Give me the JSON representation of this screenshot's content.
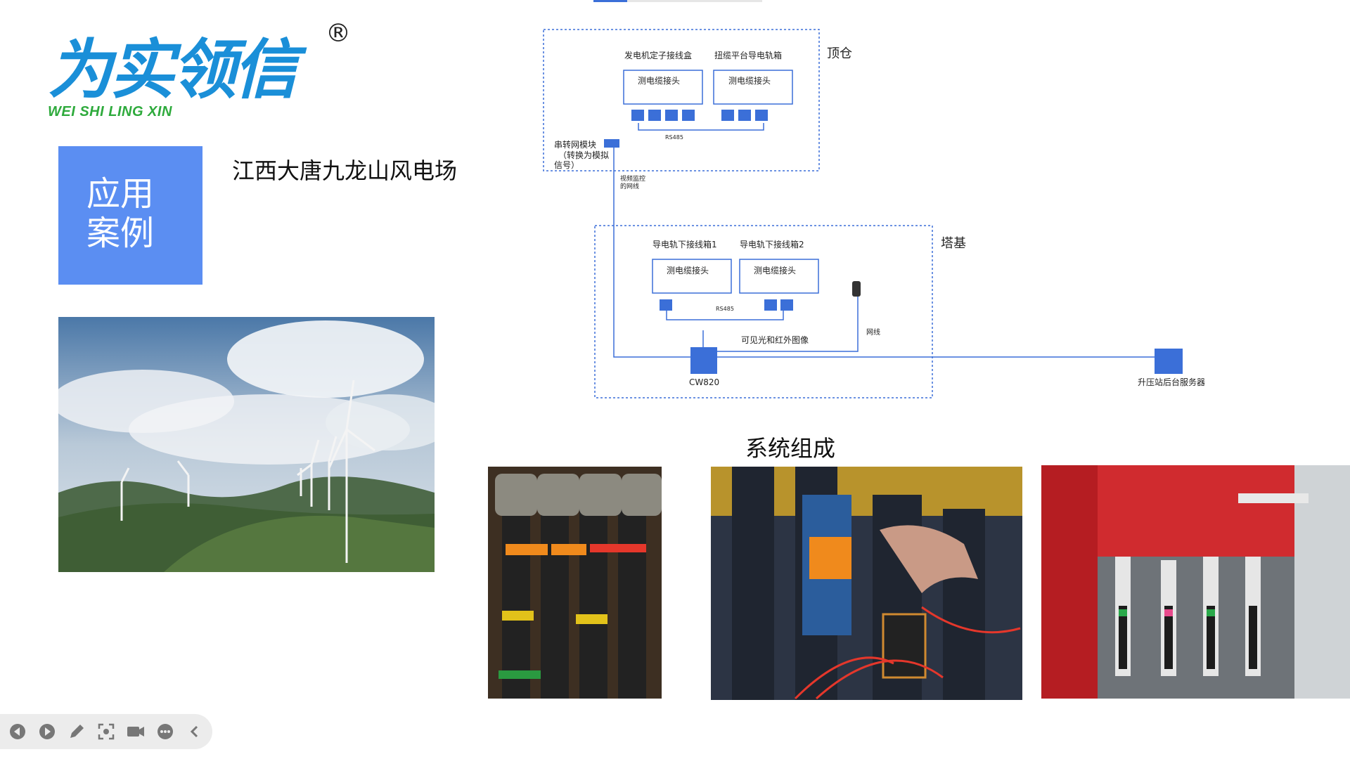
{
  "logo": {
    "main": "为实领信",
    "sub": "WEI SHI LING XIN",
    "reg": "®"
  },
  "case_label": {
    "line1": "应用",
    "line2": "案例"
  },
  "site_title": "江西大唐九龙山风电场",
  "system_title": "系统组成",
  "slide_progress": 0.2,
  "diagram": {
    "top_section": "顶仓",
    "base_section": "塔基",
    "gen_box_title": "发电机定子接线盒",
    "twist_box_title": "扭缆平台导电轨箱",
    "cable_joint": "测电缆接头",
    "rs485": "RS485",
    "serial_module": [
      "串转网模块",
      "（转换为模拟",
      "信号）"
    ],
    "video_line": [
      "视频监控",
      "的网线"
    ],
    "rail_box1": "导电轨下接线箱1",
    "rail_box2": "导电轨下接线箱2",
    "image_label": "可见光和红外图像",
    "network_label": "网线",
    "device": "CW820",
    "server": "升压站后台服务器"
  },
  "colors": {
    "accent": "#5b8ef2",
    "diagram_blue": "#3b6fd8",
    "logo_blue": "#1a8fd8",
    "logo_green": "#2eaa3c"
  },
  "toolbar": {
    "icons": [
      "prev-icon",
      "next-icon",
      "pen-icon",
      "screenshot-icon",
      "camera-icon",
      "more-icon",
      "collapse-icon"
    ]
  }
}
